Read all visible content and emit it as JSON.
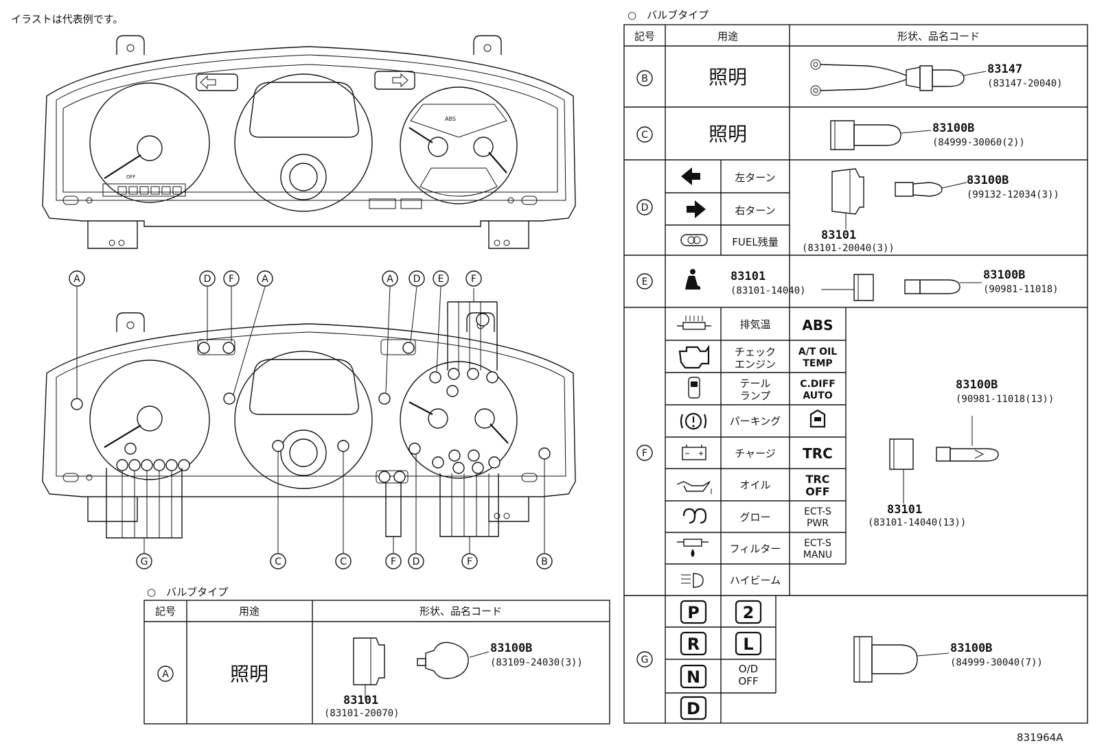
{
  "header": {
    "note": "イラストは代表例です。",
    "diagram_code": "831964A"
  },
  "callout_letters": {
    "A": "A",
    "B": "B",
    "C": "C",
    "D": "D",
    "E": "E",
    "F": "F",
    "G": "G"
  },
  "cluster": {
    "abs": "ABS",
    "cdiff": "C.DIFF\nAUTO",
    "atoil": "A/T OIL\nTEMP",
    "o_d_off": "O/D\nOFF",
    "ect_s_manu": "ECT-S\nMANU",
    "ect_s_pwr": "ECT-S\nPWR",
    "gear_p": "P",
    "gear_r": "R",
    "gear_n": "N",
    "gear_d": "D",
    "gear_2": "2",
    "gear_l": "L"
  },
  "small_table": {
    "section_title": "○　バルブタイプ",
    "headers": [
      "記号",
      "用途",
      "形状、品名コード"
    ],
    "row_a": {
      "symbol": "A",
      "use": "照明",
      "socket_code": "83101",
      "socket_part": "(83101-20070)",
      "bulb_code": "83100B",
      "bulb_part": "(83109-24030(3))"
    }
  },
  "big_table": {
    "section_title": "○　バルブタイプ",
    "headers": [
      "記号",
      "用途",
      "形状、品名コード"
    ],
    "row_b": {
      "symbol": "B",
      "use": "照明",
      "code": "83147",
      "part": "(83147-20040)"
    },
    "row_c": {
      "symbol": "C",
      "use": "照明",
      "code": "83100B",
      "part": "(84999-30060(2))"
    },
    "row_d": {
      "symbol": "D",
      "items": [
        "左ターン",
        "右ターン",
        "FUEL残量"
      ],
      "socket_code": "83101",
      "socket_part": "(83101-20040(3))",
      "bulb_code": "83100B",
      "bulb_part": "(99132-12034(3))"
    },
    "row_e": {
      "symbol": "E",
      "socket_code": "83101",
      "socket_part": "(83101-14040)",
      "bulb_code": "83100B",
      "bulb_part": "(90981-11018)"
    },
    "row_f": {
      "symbol": "F",
      "items": [
        "排気温",
        "チェック\nエンジン",
        "テール\nランプ",
        "パーキング",
        "チャージ",
        "オイル",
        "グロー",
        "フィルター",
        "ハイビーム"
      ],
      "labels": [
        "ABS",
        "A/T OIL\nTEMP",
        "C.DIFF\nAUTO",
        "",
        "TRC",
        "TRC\nOFF",
        "ECT-S\nPWR",
        "ECT-S\nMANU"
      ],
      "bulb_code": "83100B",
      "bulb_part": "(90981-11018(13))",
      "socket_code": "83101",
      "socket_part": "(83101-14040(13))"
    },
    "row_g": {
      "symbol": "G",
      "gears_left": [
        "P",
        "R",
        "N",
        "D"
      ],
      "gears_right": [
        "2",
        "L",
        "O/D\nOFF"
      ],
      "code": "83100B",
      "part": "(84999-30040(7))"
    }
  }
}
